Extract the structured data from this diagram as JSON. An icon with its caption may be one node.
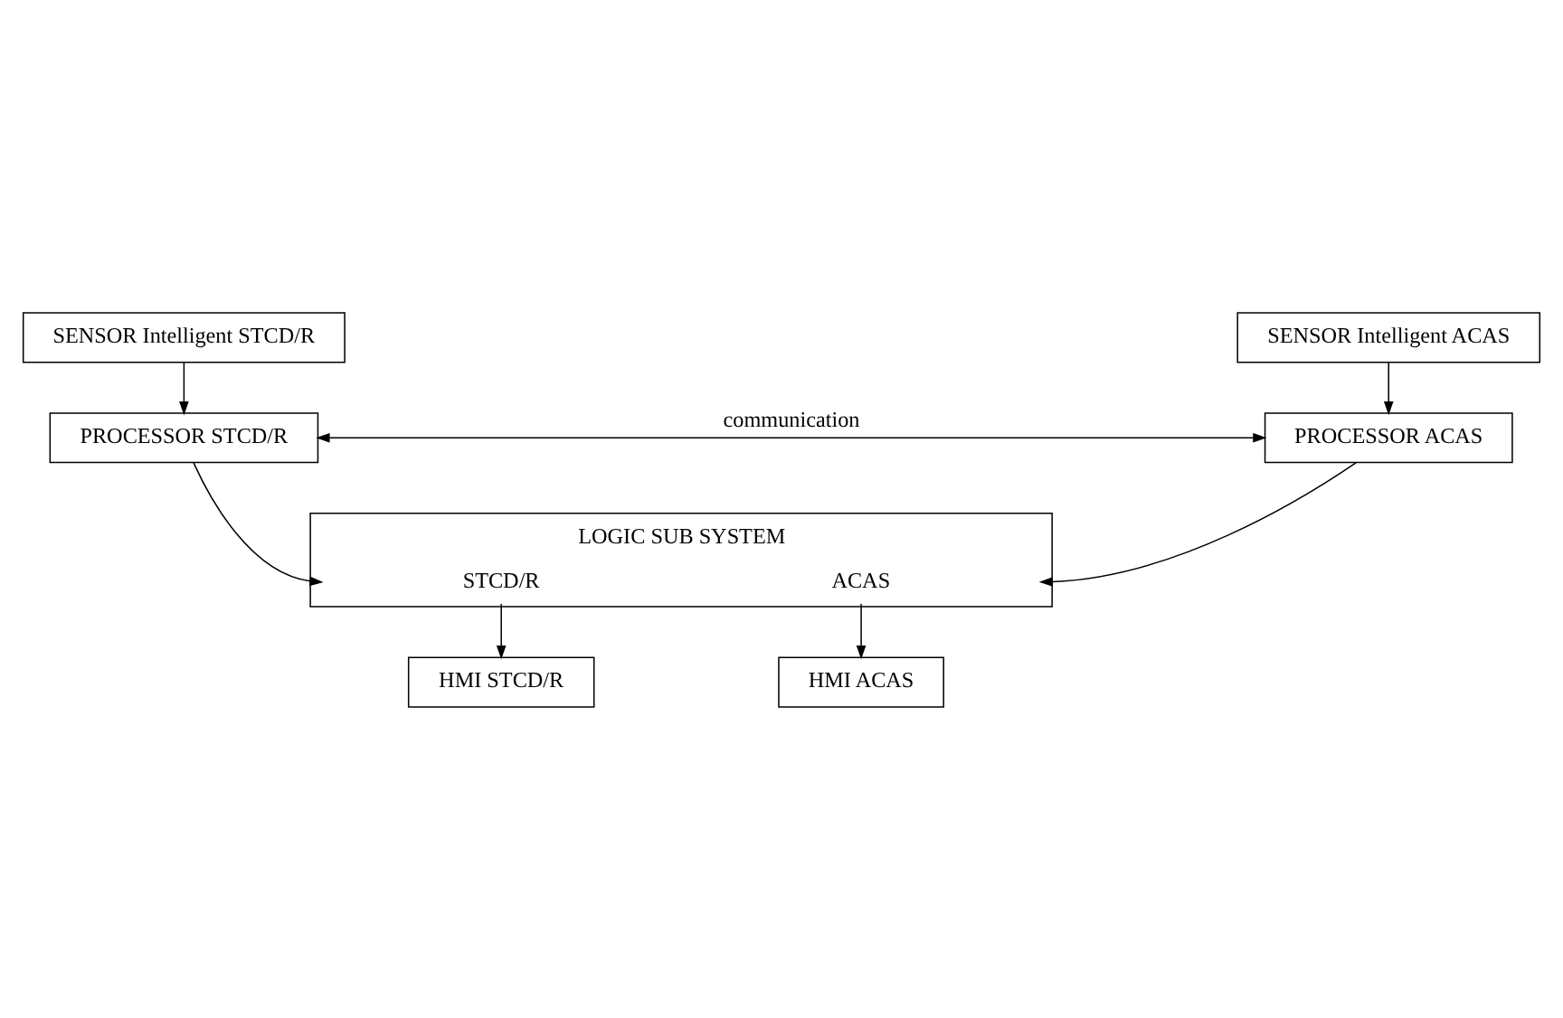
{
  "diagram": {
    "nodes": [
      {
        "text": [
          "SENSOR Intelligent STCD/R"
        ]
      },
      {
        "text": [
          "SENSOR Intelligent ACAS"
        ]
      },
      {
        "text": [
          "PROCESSOR STCD/R"
        ]
      },
      {
        "text": [
          "PROCESSOR ACAS"
        ]
      },
      {
        "text": [
          "LOGIC SUB SYSTEM",
          "STCD/R",
          "ACAS"
        ]
      },
      {
        "text": [
          "HMI STCD/R"
        ]
      },
      {
        "text": [
          "HMI ACAS"
        ]
      }
    ],
    "edges": [
      {
        "from": 0,
        "to": 2,
        "arrow": "to"
      },
      {
        "from": 1,
        "to": 3,
        "arrow": "to"
      },
      {
        "from": 2,
        "to": 3,
        "arrow": "both",
        "label": "communication"
      },
      {
        "from": 2,
        "to": 4,
        "arrow": "to"
      },
      {
        "from": 3,
        "to": 4,
        "arrow": "to"
      },
      {
        "from": 4,
        "to": 5,
        "arrow": "to"
      },
      {
        "from": 4,
        "to": 6,
        "arrow": "to"
      }
    ]
  }
}
